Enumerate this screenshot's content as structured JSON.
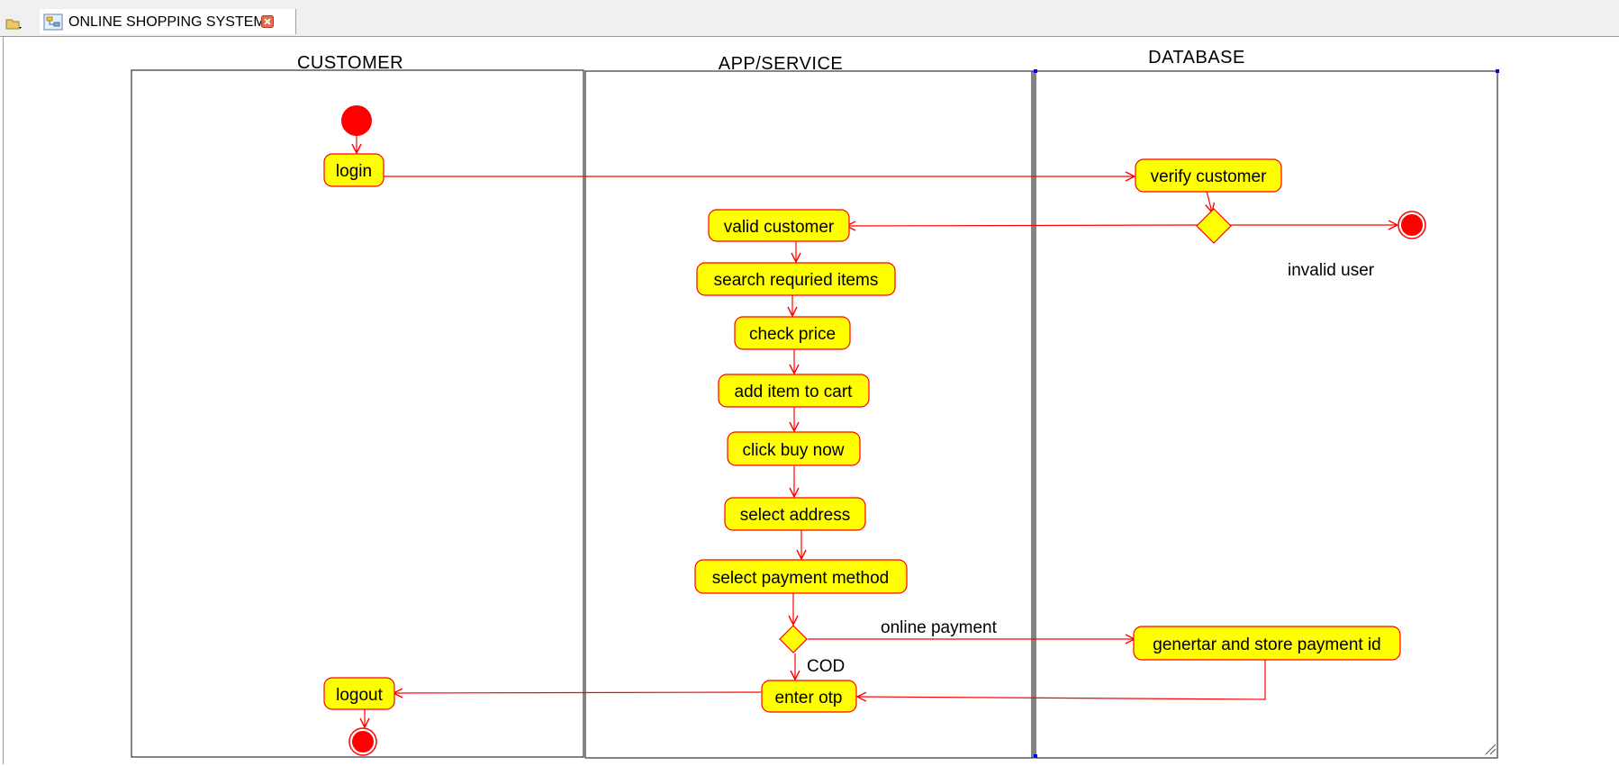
{
  "tab": {
    "title": "ONLINE SHOPPING SYSTEM"
  },
  "colors": {
    "node_fill": "#ffff00",
    "node_stroke": "#ff0000",
    "edge": "#ff0000",
    "initial": "#ff0000"
  },
  "icons": {
    "tab_menu": "folder-dropdown-icon",
    "tab_icon": "diagram-icon",
    "tab_close": "close-icon"
  },
  "lanes": {
    "customer": "CUSTOMER",
    "app": "APP/SERVICE",
    "database": "DATABASE"
  },
  "nodes": {
    "login": "login",
    "verify": "verify customer",
    "valid": "valid customer",
    "search": "search requried items",
    "price": "check price",
    "cart": "add item to cart",
    "buy": "click buy now",
    "address": "select address",
    "payment": "select payment method",
    "store": "genertar and store payment id",
    "otp": "enter otp",
    "logout": "logout"
  },
  "labels": {
    "invalid": "invalid user",
    "online": "online payment",
    "cod": "COD"
  }
}
